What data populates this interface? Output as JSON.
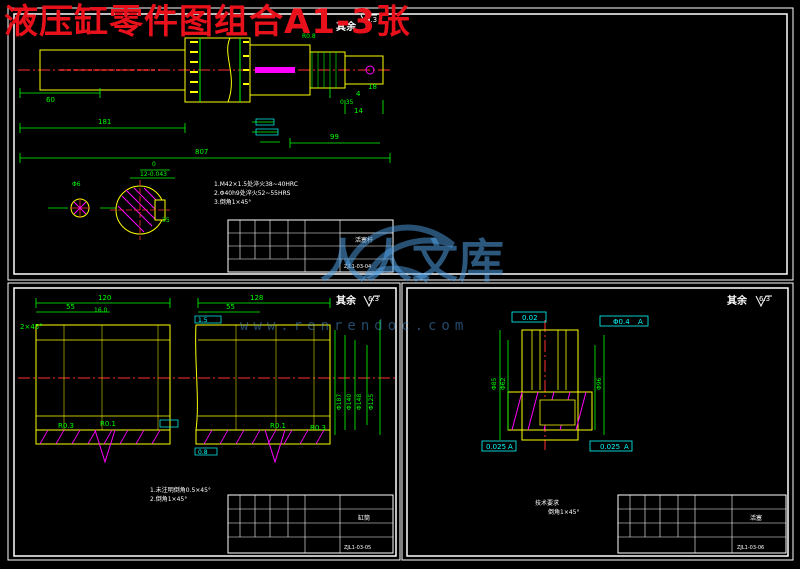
{
  "banner": {
    "title": "液压缸零件图组合A1-3张"
  },
  "colors": {
    "background": "#000000",
    "frame": "#ffffff",
    "dimension": "#00ff00",
    "geometry": "#ffff00",
    "hatch": "#ff00ff",
    "centerline": "#ff3030",
    "callout": "#00ffff",
    "banner": "#e8101a"
  },
  "sheet1": {
    "roughness_note": "其余",
    "roughness_value": "6.3",
    "radius_label": "R0.8",
    "dims": [
      "60",
      "181",
      "807",
      "99",
      "4",
      "18",
      "14",
      "0.35",
      "Φ6",
      "12-0.043",
      "0",
      "35"
    ],
    "notes": [
      "1.M42×1.5处淬火38~40HRC",
      "2.Φ40h9处淬火52~55HRS",
      "3.倒角1×45°"
    ],
    "title_block": {
      "drawing_no": "ZJL1-03-04",
      "name": "活塞杆"
    }
  },
  "sheet2": {
    "roughness_note": "其余",
    "roughness_value": "6.3",
    "dims": [
      "120",
      "55",
      "128",
      "55",
      "2×45°",
      "16.0",
      "R0.3",
      "R0.1",
      "R0.3",
      "R0.1"
    ],
    "callouts": [
      "1.5",
      "0.8"
    ],
    "side_dims": [
      "Φ187",
      "Φ140",
      "Φ148",
      "Φ125"
    ],
    "notes": [
      "1.未注明倒角0.5×45°",
      "2.倒角1×45°"
    ],
    "title_block": {
      "drawing_no": "ZJL1-03-05",
      "name": "缸筒"
    }
  },
  "sheet3": {
    "roughness_note": "其余",
    "roughness_value": "6.3",
    "tolerances": [
      "0.02",
      "Φ0.4",
      "0.025",
      "0.025"
    ],
    "datum": "A",
    "side_dims": [
      "Φ85",
      "Φ62",
      "Φ96"
    ],
    "notes": [
      "技术要求",
      "倒角1×45°"
    ],
    "title_block": {
      "drawing_no": "ZJL1-03-06",
      "name": "活塞"
    }
  },
  "watermark": {
    "brand": "人人文库",
    "url": "www.renrendoc.com"
  }
}
